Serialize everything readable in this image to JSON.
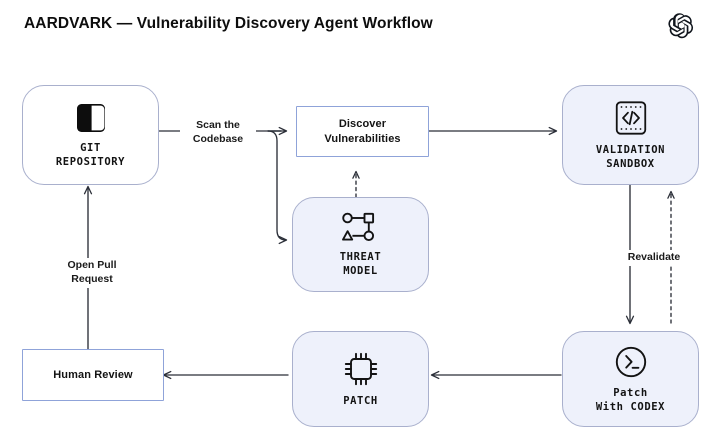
{
  "header": {
    "title": "AARDVARK — Vulnerability Discovery Agent Workflow",
    "logo_icon": "openai-logo-icon"
  },
  "diagram": {
    "type": "flowchart",
    "colors": {
      "node_fill_accent": "#eef1fb",
      "node_fill_plain": "#ffffff",
      "node_border_round": "#a9b0cd",
      "node_border_rect": "#8fa3d9",
      "edge_stroke": "#2b2f38",
      "text": "#131313",
      "background": "#ffffff"
    },
    "nodes": [
      {
        "id": "git-repository",
        "label": "GIT\nREPOSITORY",
        "shape": "rounded",
        "fill": "plain",
        "icon": "git-repository-icon",
        "font": "mono"
      },
      {
        "id": "discover-vulnerabilities",
        "label": "Discover\nVulnerabilities",
        "shape": "rect",
        "fill": "plain",
        "icon": null,
        "font": "sans"
      },
      {
        "id": "threat-model",
        "label": "THREAT\nMODEL",
        "shape": "rounded",
        "fill": "accent",
        "icon": "threat-model-graph-icon",
        "font": "mono"
      },
      {
        "id": "validation-sandbox",
        "label": "VALIDATION\nSANDBOX",
        "shape": "rounded",
        "fill": "accent",
        "icon": "code-brackets-icon",
        "font": "mono"
      },
      {
        "id": "patch-with-codex",
        "label": "Patch\nWith CODEX",
        "shape": "rounded",
        "fill": "accent",
        "icon": "terminal-prompt-icon",
        "font": "mono"
      },
      {
        "id": "patch",
        "label": "PATCH",
        "shape": "rounded",
        "fill": "accent",
        "icon": "cpu-chip-icon",
        "font": "mono"
      },
      {
        "id": "human-review",
        "label": "Human Review",
        "shape": "rect",
        "fill": "plain",
        "icon": null,
        "font": "sans"
      }
    ],
    "edges": [
      {
        "id": "git-to-discover",
        "from": "git-repository",
        "to": "discover-vulnerabilities",
        "label": "Scan the\nCodebase",
        "style": "solid"
      },
      {
        "id": "git-to-threat",
        "from": "git-repository",
        "to": "threat-model",
        "label": "",
        "style": "solid"
      },
      {
        "id": "threat-to-discover",
        "from": "threat-model",
        "to": "discover-vulnerabilities",
        "label": "",
        "style": "dashed"
      },
      {
        "id": "discover-to-validation",
        "from": "discover-vulnerabilities",
        "to": "validation-sandbox",
        "label": "",
        "style": "solid"
      },
      {
        "id": "validation-to-codex",
        "from": "validation-sandbox",
        "to": "patch-with-codex",
        "label": "",
        "style": "solid"
      },
      {
        "id": "codex-to-validation",
        "from": "patch-with-codex",
        "to": "validation-sandbox",
        "label": "Revalidate",
        "style": "dashed"
      },
      {
        "id": "codex-to-patch",
        "from": "patch-with-codex",
        "to": "patch",
        "label": "",
        "style": "solid"
      },
      {
        "id": "patch-to-human-review",
        "from": "patch",
        "to": "human-review",
        "label": "",
        "style": "solid"
      },
      {
        "id": "human-review-to-git",
        "from": "human-review",
        "to": "git-repository",
        "label": "Open Pull\nRequest",
        "style": "solid"
      }
    ]
  },
  "labels": {
    "scan_the_codebase": "Scan the\nCodebase",
    "open_pull_request": "Open Pull\nRequest",
    "revalidate": "Revalidate"
  }
}
